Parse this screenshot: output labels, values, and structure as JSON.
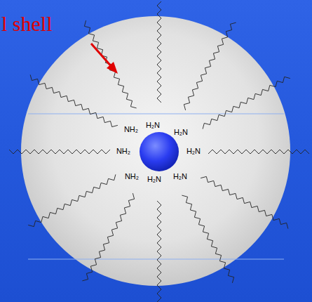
{
  "diagram": {
    "labels": [
      "l shell",
      "NH₂",
      "H₂N",
      "H₂N",
      "NH₂",
      "H₂N",
      "NH₂",
      "H₂N",
      "H₂N"
    ]
  }
}
